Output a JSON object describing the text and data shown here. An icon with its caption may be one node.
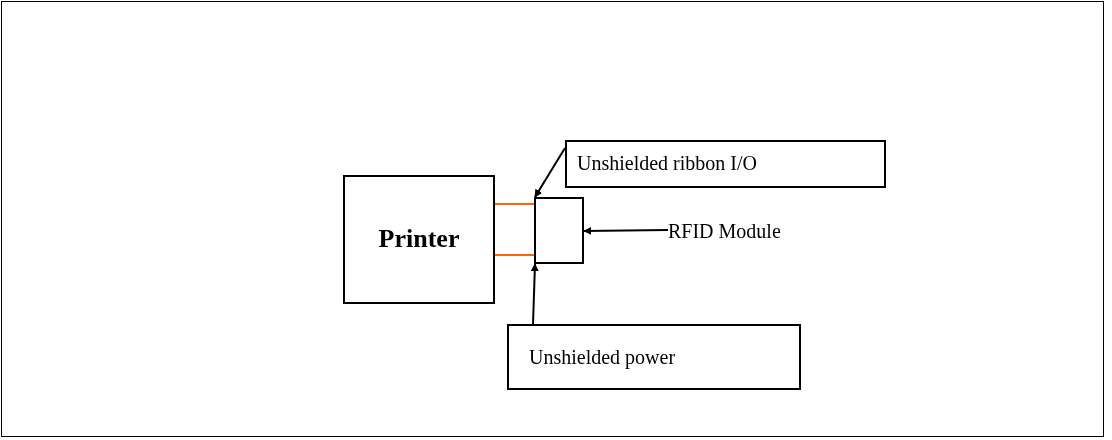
{
  "diagram": {
    "nodes": [
      {
        "text": [
          "Printer"
        ]
      },
      {
        "text": [
          "Unshielded ribbon I/O"
        ]
      },
      {
        "text": [],
        "shape": "box"
      },
      {
        "text": [
          "RFID Module"
        ]
      },
      {
        "text": [
          "Unshielded power"
        ]
      }
    ],
    "edges": [
      {
        "from": 0,
        "to": 2,
        "arrow": "none",
        "color": "#ff6600"
      },
      {
        "from": 0,
        "to": 2,
        "arrow": "none",
        "color": "#ff6600"
      },
      {
        "from": 1,
        "to": 2,
        "arrow": "to"
      },
      {
        "from": 3,
        "to": 2,
        "arrow": "to"
      },
      {
        "from": 4,
        "to": 2,
        "arrow": "to"
      }
    ]
  }
}
